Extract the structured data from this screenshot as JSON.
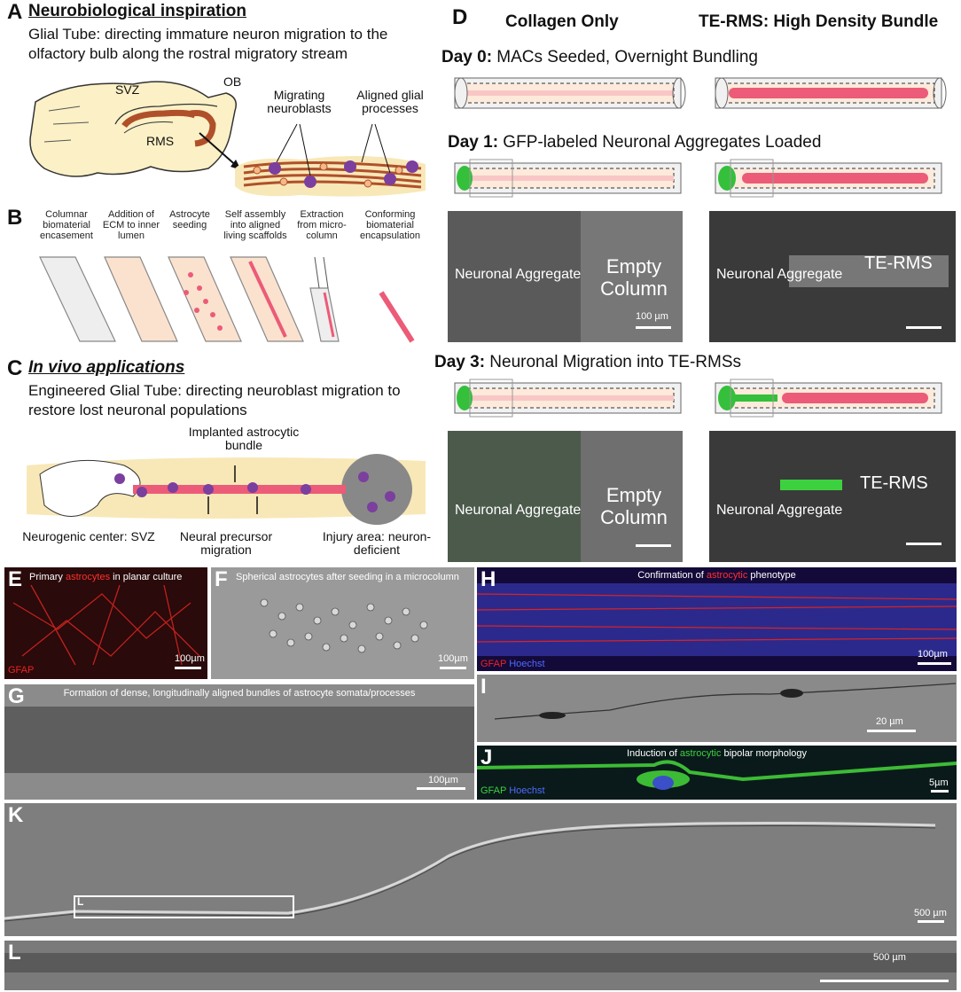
{
  "panelA": {
    "letter": "A",
    "title": "Neurobiological inspiration",
    "text": "Glial Tube: directing immature neuron migration to the olfactory bulb along the rostral migratory stream",
    "labels": {
      "svz": "SVZ",
      "ob": "OB",
      "rms": "RMS",
      "migrating": "Migrating neuroblasts",
      "aligned": "Aligned glial processes"
    }
  },
  "panelB": {
    "letter": "B",
    "steps": [
      "Columnar biomaterial encasement",
      "Addition of ECM to inner lumen",
      "Astrocyte seeding",
      "Self assembly into aligned living scaffolds",
      "Extraction from micro-column",
      "Conforming biomaterial encapsulation"
    ]
  },
  "panelC": {
    "letter": "C",
    "title": "In vivo applications",
    "text": "Engineered Glial Tube: directing neuroblast migration to restore lost neuronal populations",
    "labels": {
      "implanted": "Implanted astrocytic bundle",
      "neurogenic": "Neurogenic center: SVZ",
      "precursor": "Neural precursor migration",
      "injury": "Injury area: neuron-deficient"
    }
  },
  "panelD": {
    "letter": "D",
    "col1": "Collagen Only",
    "col2": "TE-RMS: High Density Bundle",
    "day0_bold": "Day 0:",
    "day0_text": " MACs Seeded, Overnight Bundling",
    "day1_bold": "Day 1:",
    "day1_text": " GFP-labeled Neuronal Aggregates Loaded",
    "day3_bold": "Day 3:",
    "day3_text": " Neuronal Migration into TE-RMSs",
    "neuronal": "Neuronal Aggregate",
    "empty": "Empty Column",
    "terms": "TE-RMS",
    "scale": "100 µm"
  },
  "panelE": {
    "letter": "E",
    "header_pre": "Primary ",
    "header_red": "astrocytes",
    "header_post": " in planar culture",
    "gfap": "GFAP",
    "scale": "100µm"
  },
  "panelF": {
    "letter": "F",
    "header": "Spherical astrocytes after seeding in a microcolumn",
    "scale": "100µm"
  },
  "panelG": {
    "letter": "G",
    "header": "Formation of dense, longitudinally aligned bundles of astrocyte somata/processes",
    "scale": "100µm"
  },
  "panelH": {
    "letter": "H",
    "header_pre": "Confirmation of ",
    "header_red": "astrocytic",
    "header_post": " phenotype",
    "gfap": "GFAP",
    "hoechst": "Hoechst",
    "scale": "100µm"
  },
  "panelI": {
    "letter": "I",
    "scale": "20 µm"
  },
  "panelJ": {
    "letter": "J",
    "header_pre": "Induction of ",
    "header_green": "astrocytic",
    "header_post": " bipolar morphology",
    "gfap": "GFAP",
    "hoechst": "Hoechst",
    "scale": "5µm"
  },
  "panelK": {
    "letter": "K",
    "inset": "L",
    "scale": "500 µm"
  },
  "panelL": {
    "letter": "L",
    "scale": "500 µm"
  }
}
